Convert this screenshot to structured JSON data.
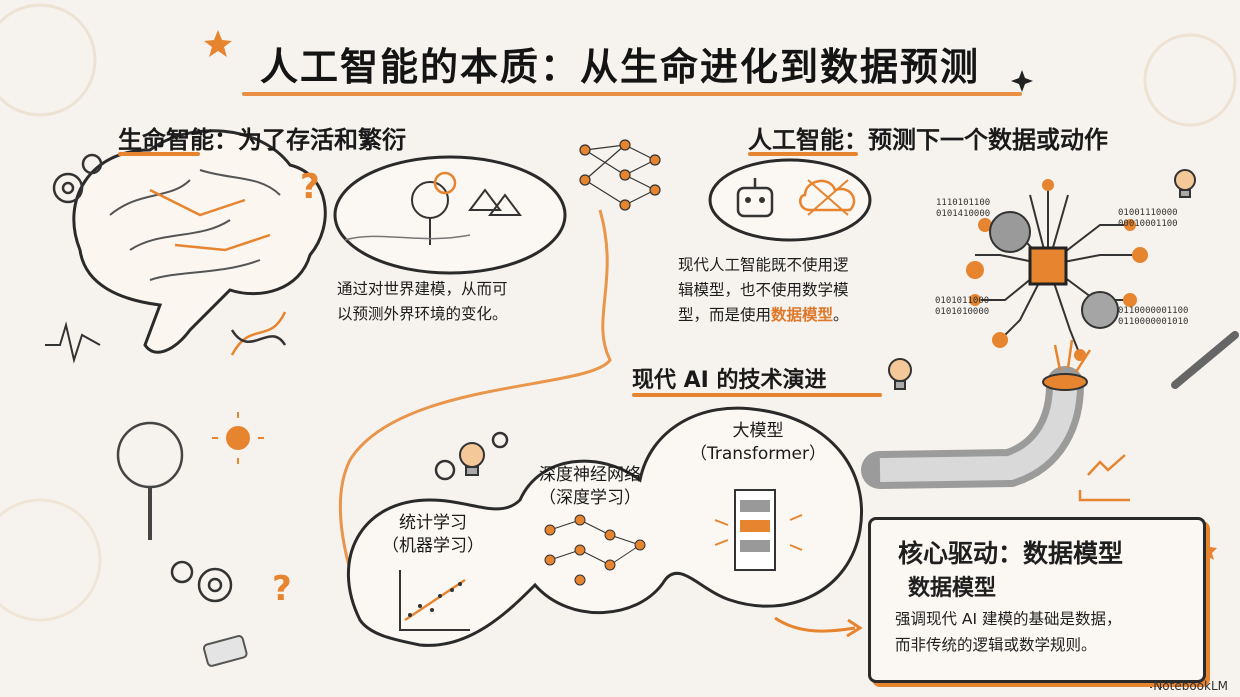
{
  "title": "人工智能的本质：从生命进化到数据预测",
  "left_section": {
    "heading": "生命智能：为了存活和繁衍",
    "text_line1": "通过对世界建模，从而可",
    "text_line2": "以预测外界环境的变化。"
  },
  "right_section": {
    "heading": "人工智能：预测下一个数据或动作",
    "text_line1": "现代人工智能既不使用逻",
    "text_line2": "辑模型，也不使用数学模",
    "text_line3_prefix": "型，而是使用",
    "text_line3_highlight": "数据模型",
    "text_line3_suffix": "。"
  },
  "evolution": {
    "heading": "现代 AI 的技术演进",
    "stages": [
      {
        "line1": "统计学习",
        "line2": "（机器学习）"
      },
      {
        "line1": "深度神经网络",
        "line2": "（深度学习）"
      },
      {
        "line1": "大模型",
        "line2": "（Transformer）"
      }
    ]
  },
  "core": {
    "title": "核心驱动：数据模型",
    "subtitle": "数据模型",
    "line1": "强调现代 AI 建模的基础是数据，",
    "line2": "而非传统的逻辑或数学规则。"
  },
  "binary": {
    "a": "1110101100",
    "b": "0101410000",
    "c": "01001110000",
    "d": "00010001100",
    "e": "0101011000",
    "f": "0101010000",
    "g": "0110000001100",
    "h": "0110000001010"
  },
  "footer": "NotebookLM",
  "colors": {
    "accent": "#e6842f",
    "ink": "#1f1f1f",
    "paper": "#f6f3ee"
  }
}
